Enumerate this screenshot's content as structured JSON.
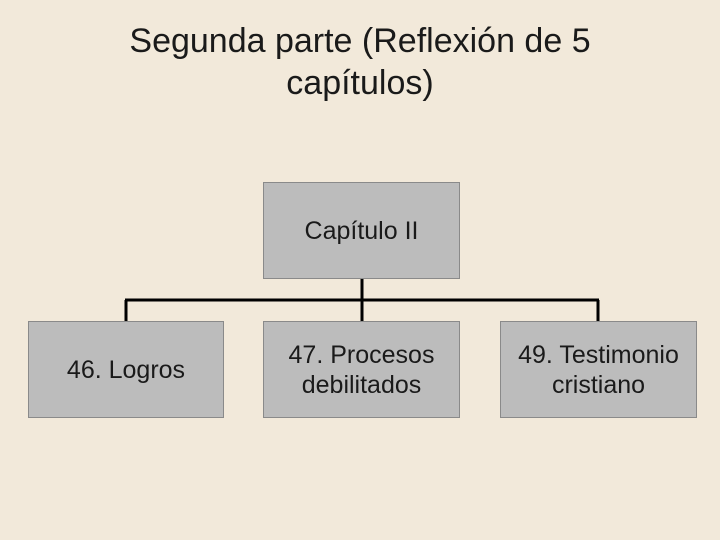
{
  "slide": {
    "title": "Segunda parte (Reflexión de 5 capítulos)"
  },
  "diagram": {
    "root": {
      "label": "Capítulo II"
    },
    "children": [
      {
        "label": "46. Logros"
      },
      {
        "label": "47. Procesos debilitados"
      },
      {
        "label": "49. Testimonio cristiano"
      }
    ]
  },
  "colors": {
    "background": "#f2e9da",
    "node_fill": "#bcbcbc",
    "node_border": "#8a8a8a",
    "connector": "#000000",
    "text": "#1a1a1a"
  }
}
